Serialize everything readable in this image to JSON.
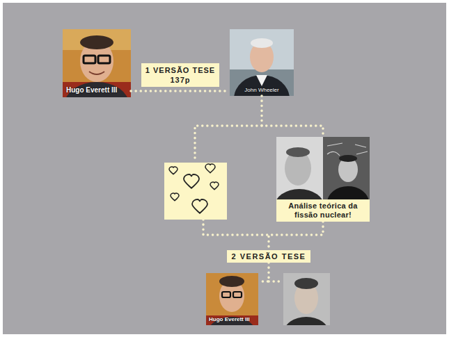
{
  "diagram": {
    "nodes": [
      {
        "text": [
          "Hugo Everett III"
        ]
      },
      {
        "text": [
          "John Wheeler"
        ]
      },
      {
        "text": [
          "Análise teórica da fissão nuclear!"
        ]
      },
      {
        "text": [
          "2 VERSÃO TESE"
        ]
      },
      {
        "text": [
          "Hugo Everett III"
        ]
      }
    ],
    "edges": [
      {
        "from": 0,
        "to": 1,
        "arrow": "none",
        "label": "1 VERSÃO TESE 137p"
      },
      {
        "from": 1,
        "to": 2,
        "arrow": "none"
      },
      {
        "from": 2,
        "to": 3,
        "arrow": "none"
      },
      {
        "from": 3,
        "to": 4,
        "arrow": "none"
      }
    ]
  }
}
